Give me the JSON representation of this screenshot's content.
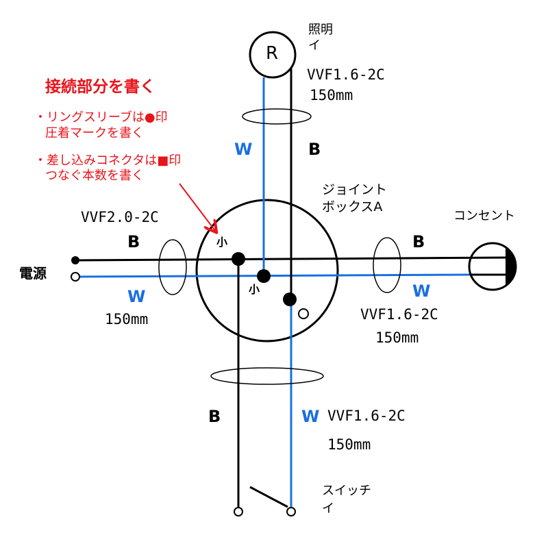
{
  "title": "接続部分を書く",
  "notes": [
    "・リングスリーブは●印",
    "圧着マークを書く",
    "・差し込みコネクタは■印",
    "つなぐ本数を書く"
  ],
  "components": {
    "light": {
      "symbol": "R",
      "name": "照明",
      "label": "イ"
    },
    "switch": {
      "name": "スイッチ",
      "label": "イ"
    },
    "outlet": {
      "name": "コンセント"
    },
    "power": {
      "name": "電源"
    },
    "junction_box": {
      "name_line1": "ジョイント",
      "name_line2": "ボックスA"
    }
  },
  "cables": {
    "top": {
      "type": "VVF1.6-2C",
      "length": "150mm"
    },
    "left": {
      "type": "VVF2.0-2C",
      "length": "150mm"
    },
    "right": {
      "type": "VVF1.6-2C",
      "length": "150mm"
    },
    "bottom": {
      "type": "VVF1.6-2C",
      "length": "150mm"
    }
  },
  "wire_labels": {
    "black": "B",
    "white": "W"
  },
  "sleeve_marks": {
    "small": "小",
    "small2": "小"
  },
  "colors": {
    "black_wire": "#000000",
    "white_wire": "#1a6fe0",
    "annotation": "#e8141b"
  }
}
